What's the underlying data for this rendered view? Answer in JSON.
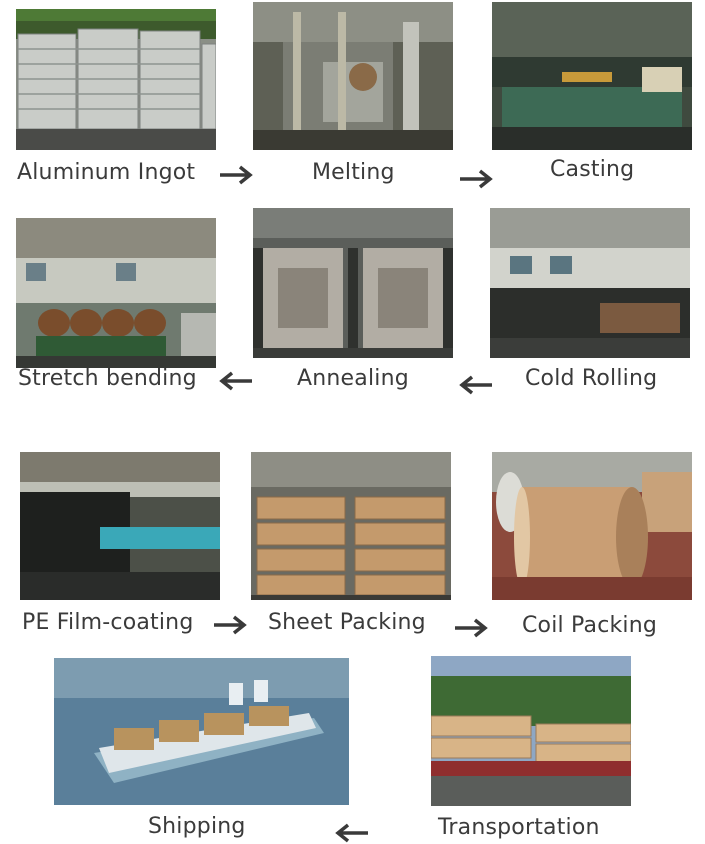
{
  "steps": [
    {
      "label": "Aluminum  Ingot",
      "image": "aluminum-ingot-stacks-photo"
    },
    {
      "label": "Melting",
      "image": "melting-furnace-photo"
    },
    {
      "label": "Casting",
      "image": "casting-line-photo"
    },
    {
      "label": "Stretch bending",
      "image": "stretch-bending-machine-photo"
    },
    {
      "label": "Annealing",
      "image": "annealing-furnace-photo"
    },
    {
      "label": "Cold Rolling",
      "image": "cold-rolling-mill-photo"
    },
    {
      "label": "PE Film-coating",
      "image": "pe-film-coating-line-photo"
    },
    {
      "label": "Sheet Packing",
      "image": "sheet-packing-pallets-photo"
    },
    {
      "label": "Coil Packing",
      "image": "coil-packing-photo"
    },
    {
      "label": "Shipping",
      "image": "container-ship-photo"
    },
    {
      "label": "Transportation",
      "image": "truck-transportation-photo"
    }
  ],
  "arrows": [
    {
      "from": "Aluminum  Ingot",
      "to": "Melting",
      "direction": "right"
    },
    {
      "from": "Melting",
      "to": "Casting",
      "direction": "right"
    },
    {
      "from": "Cold Rolling",
      "to": "Annealing",
      "direction": "left"
    },
    {
      "from": "Annealing",
      "to": "Stretch bending",
      "direction": "left"
    },
    {
      "from": "PE Film-coating",
      "to": "Sheet Packing",
      "direction": "right"
    },
    {
      "from": "Sheet Packing",
      "to": "Coil Packing",
      "direction": "right"
    },
    {
      "from": "Transportation",
      "to": "Shipping",
      "direction": "left"
    }
  ],
  "colors": {
    "text": "#3b3b3b",
    "arrow": "#3a3a3a",
    "background": "#ffffff"
  }
}
